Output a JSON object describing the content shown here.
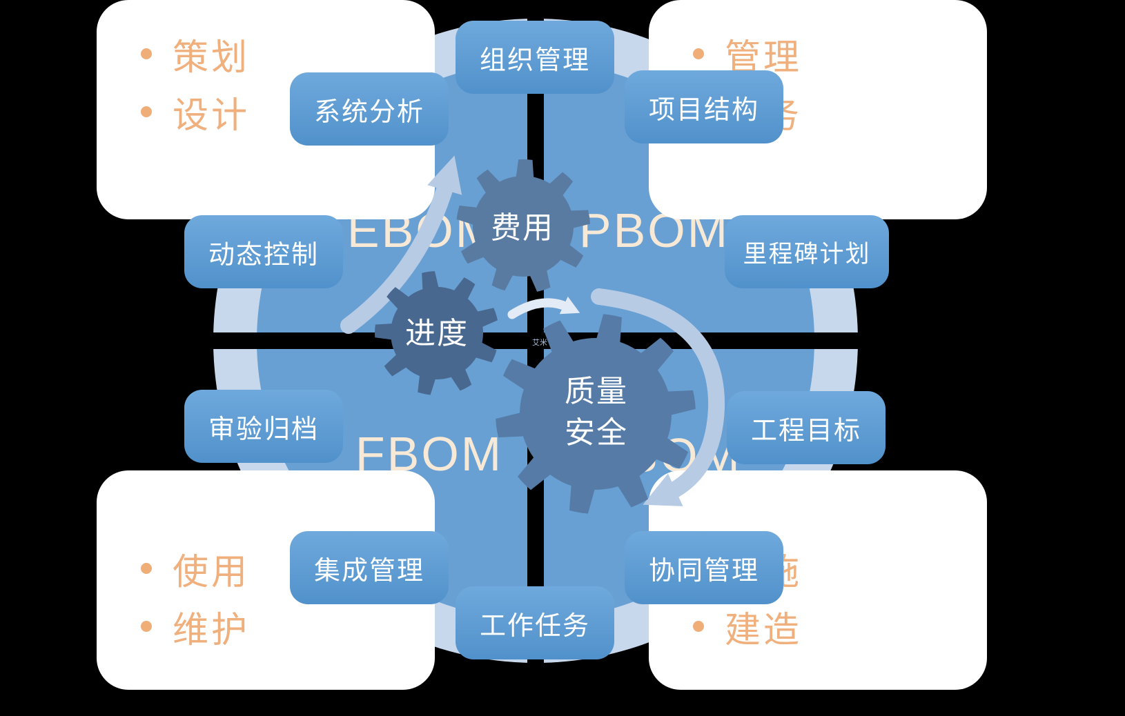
{
  "cards": {
    "top_left": {
      "items": [
        "策划",
        "设计"
      ]
    },
    "top_right": {
      "items": [
        "管理",
        "服务"
      ]
    },
    "bottom_left": {
      "items": [
        "使用",
        "维护"
      ]
    },
    "bottom_right": {
      "items": [
        "实施",
        "建造"
      ]
    }
  },
  "quadrants": {
    "top_left": "EBOM",
    "top_right": "PBOM",
    "bottom_left": "FBOM",
    "bottom_right": "MBOM"
  },
  "nodes": {
    "organization": "组织管理",
    "system_analysis": "系统分析",
    "project_structure": "项目结构",
    "dynamic_control": "动态控制",
    "milestone_plan": "里程碑计划",
    "audit_archive": "审验归档",
    "engineering_goal": "工程目标",
    "integration": "集成管理",
    "collaboration": "协同管理",
    "work_task": "工作任务"
  },
  "gears": {
    "cost": "费用",
    "schedule": "进度",
    "quality_line1": "质量",
    "quality_line2": "安全"
  },
  "watermark": "艾米",
  "colors": {
    "background": "#000000",
    "quadrant_fill": "#68a0d4",
    "outer_ring": "#c8d8ec",
    "node_fill": "#5b9bd5",
    "gear_dark": "#49688f",
    "gear_mid": "#597ba2",
    "gear_big": "#567ba6",
    "accent_text": "#f0b07d",
    "quadrant_label": "#f7e9d6",
    "arrow": "#b7cbe5"
  }
}
